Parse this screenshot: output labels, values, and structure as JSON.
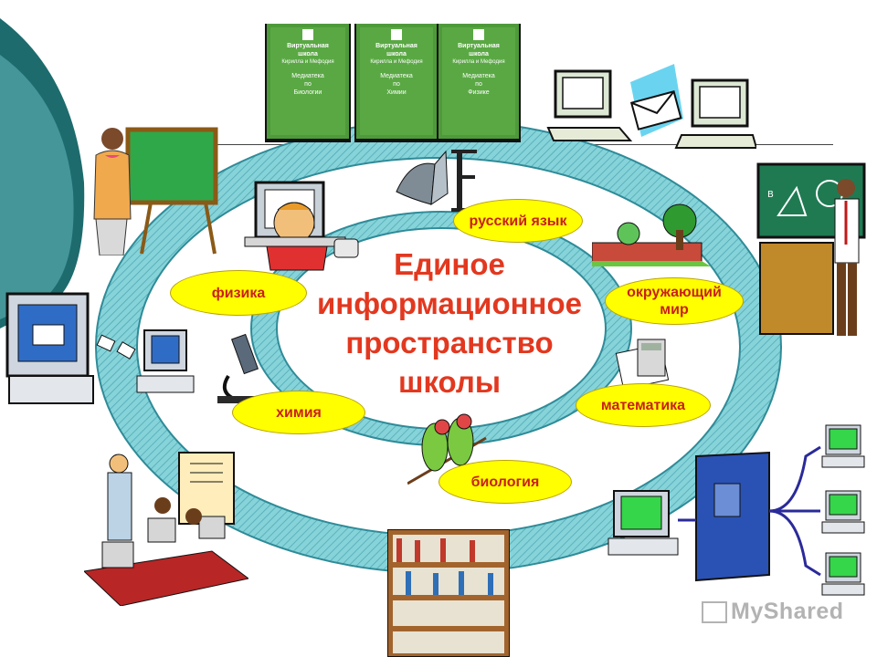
{
  "center": {
    "line1": "Единое",
    "line2": "информационное",
    "line3": "пространство",
    "line4": "школы"
  },
  "subjects": {
    "russian": "русский язык",
    "physics": "физика",
    "world_line1": "окружающий",
    "world_line2": "мир",
    "chemistry": "химия",
    "math": "математика",
    "biology": "биология"
  },
  "brochures": [
    {
      "title_line1": "Виртуальная",
      "title_line2": "школа",
      "sub": "Кирилла и Мефодия",
      "media_line1": "Медиатека",
      "media_line2": "по",
      "media_line3": "Биологии"
    },
    {
      "title_line1": "Виртуальная",
      "title_line2": "школа",
      "sub": "Кирилла и Мефодия",
      "media_line1": "Медиатека",
      "media_line2": "по",
      "media_line3": "Химии"
    },
    {
      "title_line1": "Виртуальная",
      "title_line2": "школа",
      "sub": "Кирилла и Мефодия",
      "media_line1": "Медиатека",
      "media_line2": "по",
      "media_line3": "Физике"
    }
  ],
  "watermark": {
    "prefix": "My",
    "suffix": "Shared"
  },
  "colors": {
    "ring": "#7ccfd6",
    "ring_dark": "#3f9aa8",
    "subject_fill": "#ffff00",
    "title_red": "#e2381f",
    "teal_panel": "#1d6b6d"
  }
}
